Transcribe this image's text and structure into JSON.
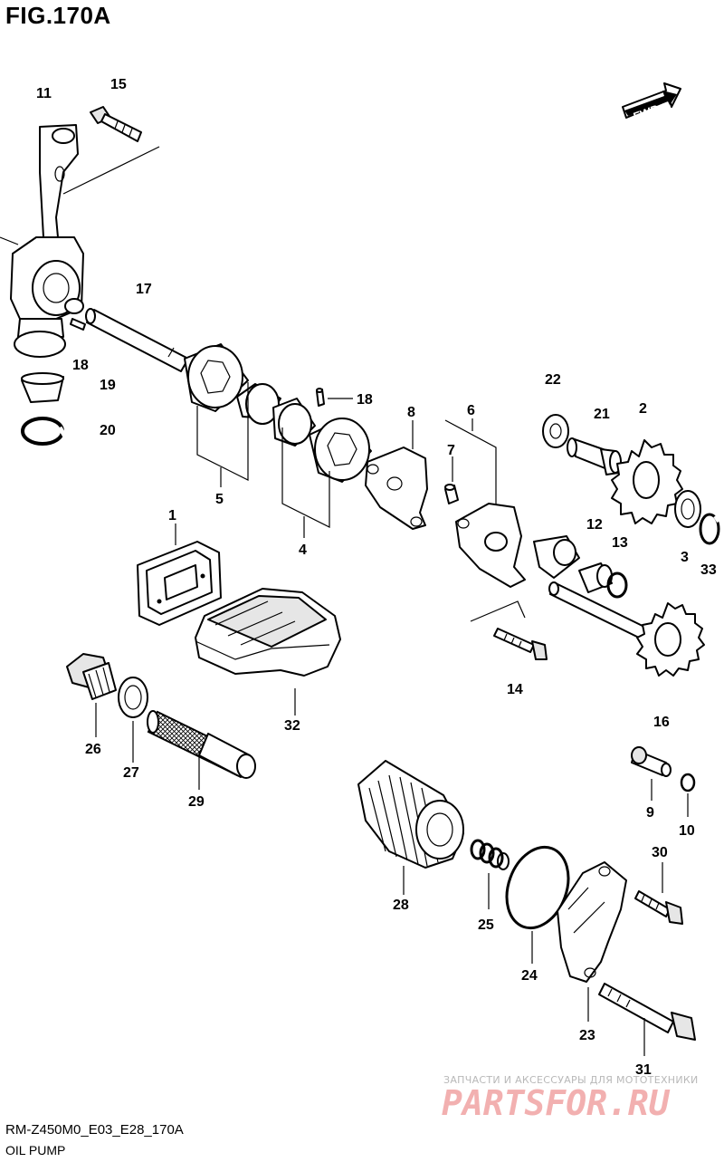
{
  "header": {
    "figure_title": "FIG.170A"
  },
  "direction_badge": {
    "label": "FWD"
  },
  "callouts": {
    "c1": "1",
    "c2": "2",
    "c3": "3",
    "c4": "4",
    "c5": "5",
    "c6": "6",
    "c7": "7",
    "c8": "8",
    "c9": "9",
    "c10": "10",
    "c11": "11",
    "c12": "12",
    "c13": "13",
    "c14": "14",
    "c15": "15",
    "c16": "16",
    "c17": "17",
    "c18a": "18",
    "c18b": "18",
    "c19": "19",
    "c20": "20",
    "c21": "21",
    "c22": "22",
    "c23": "23",
    "c24": "24",
    "c25": "25",
    "c26": "26",
    "c27": "27",
    "c28": "28",
    "c29": "29",
    "c30": "30",
    "c31": "31",
    "c32": "32",
    "c33": "33"
  },
  "footer": {
    "diagram_code": "RM-Z450M0_E03_E28_170A",
    "group_name": "OIL PUMP"
  },
  "watermark": {
    "tagline": "ЗАПЧАСТИ И АКСЕССУАРЫ ДЛЯ МОТОТЕХНИКИ",
    "brand": "PARTSFOR.RU"
  }
}
